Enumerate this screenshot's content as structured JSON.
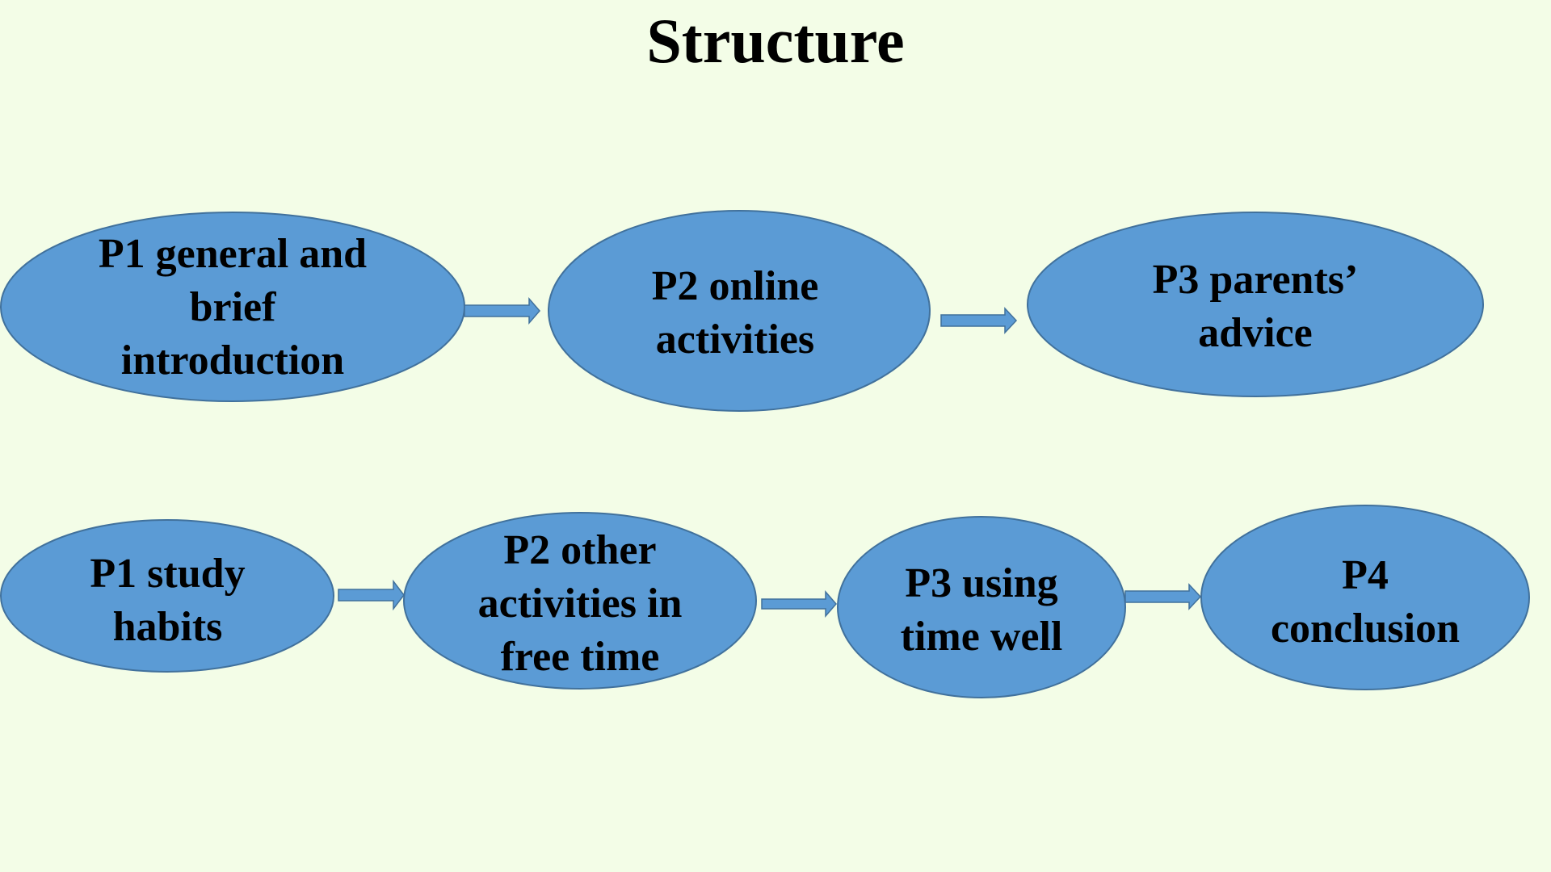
{
  "title": "Structure",
  "colors": {
    "background": "#F3FDE7",
    "node_fill": "#5B9BD5",
    "node_stroke": "#41719C",
    "arrow_fill": "#5B9BD5",
    "text": "#000000"
  },
  "rows": [
    {
      "nodes": [
        {
          "label": "P1 general and\nbrief\nintroduction"
        },
        {
          "label": "P2 online\nactivities"
        },
        {
          "label": "P3 parents’\nadvice"
        }
      ]
    },
    {
      "nodes": [
        {
          "label": "P1 study\nhabits"
        },
        {
          "label": "P2 other\nactivities in\nfree time"
        },
        {
          "label": "P3 using\ntime well"
        },
        {
          "label": "P4\nconclusion"
        }
      ]
    }
  ]
}
